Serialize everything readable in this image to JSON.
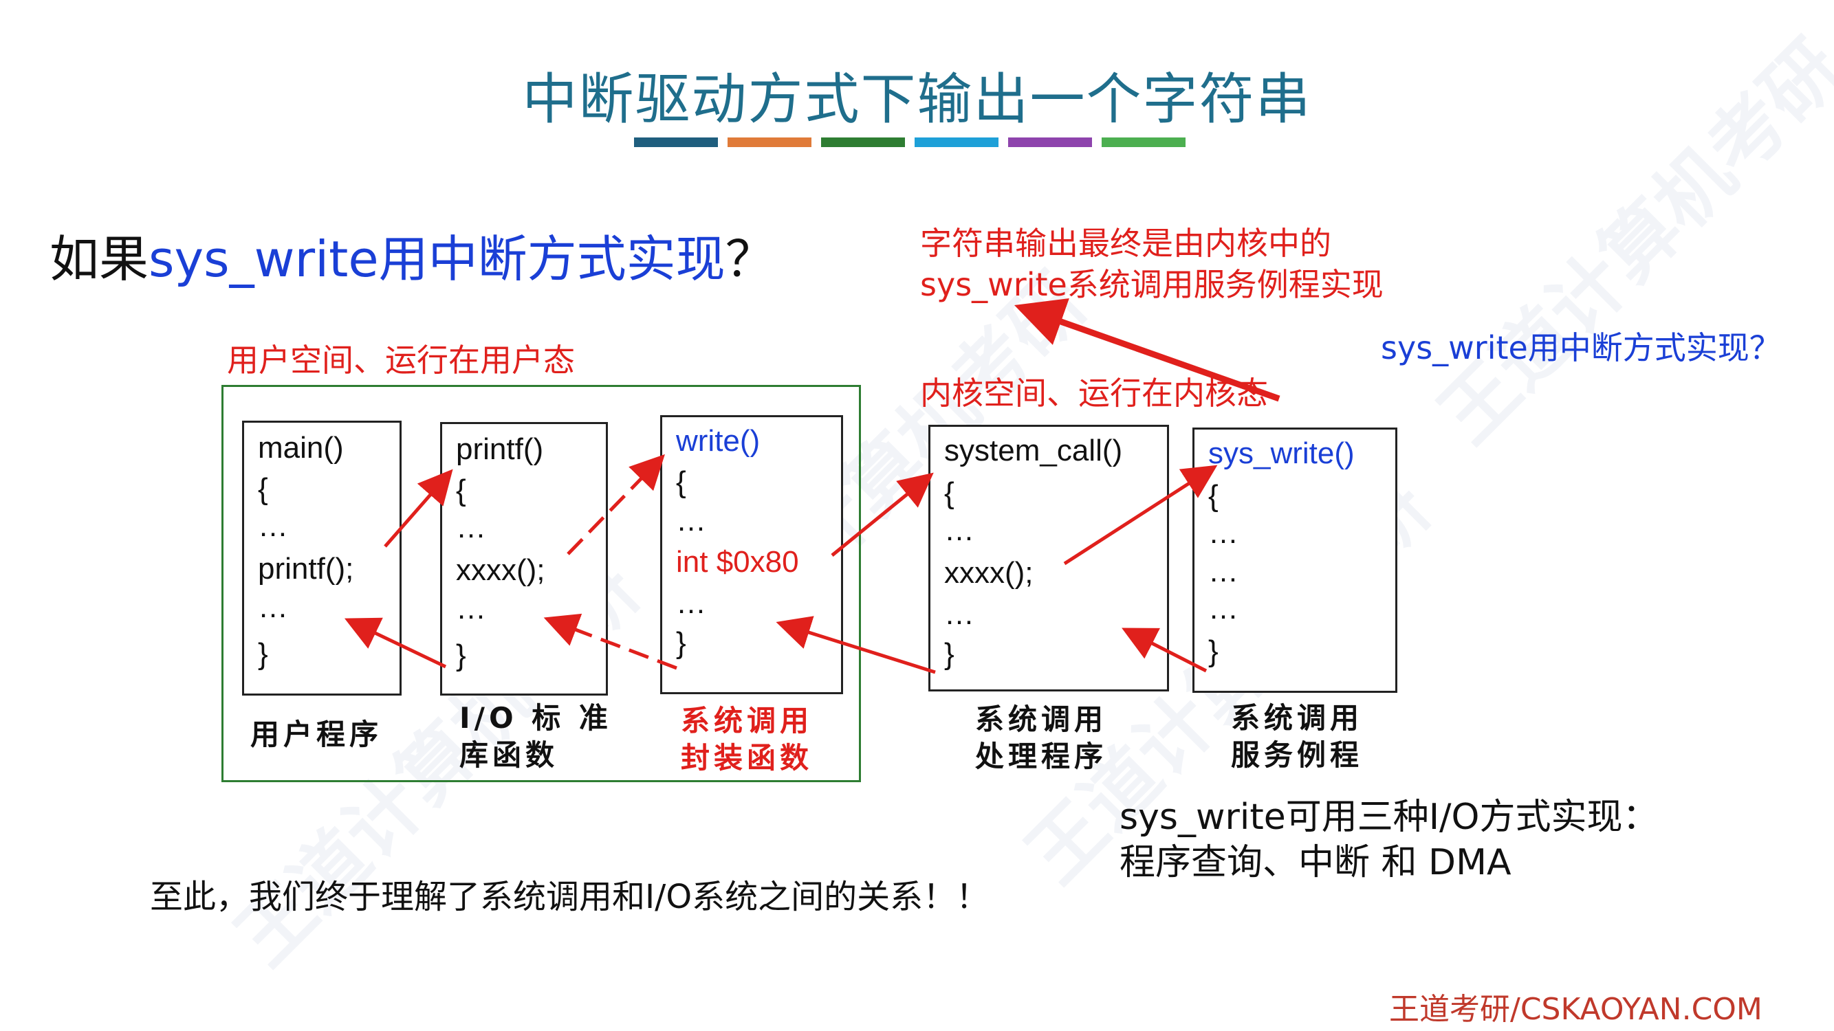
{
  "title": "中断驱动方式下输出一个字符串",
  "title_bar_colors": [
    "#1f5e7e",
    "#e07b39",
    "#2e7d32",
    "#1ea0d8",
    "#8e44ad",
    "#4caf50"
  ],
  "heading": {
    "prefix": "如果",
    "highlight": "sys_write用中断方式实现",
    "suffix": "？"
  },
  "labels": {
    "user_space": "用户空间、运行在用户态",
    "kernel_space": "内核空间、运行在内核态",
    "final_note_line1": "字符串输出最终是由内核中的",
    "final_note_line2": "sys_write系统调用服务例程实现",
    "side_question": "sys_write用中断方式实现？"
  },
  "boxes": [
    {
      "title": "main()",
      "lines": [
        "{",
        "…",
        "printf();",
        "…",
        "}"
      ],
      "caption": [
        "用户程序"
      ]
    },
    {
      "title": "printf()",
      "lines": [
        "{",
        "…",
        "xxxx();",
        "…",
        "}"
      ],
      "caption": [
        "I/O 标 准",
        "库函数"
      ]
    },
    {
      "title": "write()",
      "lines": [
        "{",
        "…",
        "int $0x80",
        "…",
        "}"
      ],
      "caption": [
        "系统调用",
        "封装函数"
      ]
    },
    {
      "title": "system_call()",
      "lines": [
        "{",
        "…",
        "xxxx();",
        "…",
        "}"
      ],
      "caption": [
        "系统调用",
        "处理程序"
      ]
    },
    {
      "title": "sys_write()",
      "lines": [
        "{",
        "…",
        "…",
        "…",
        "}"
      ],
      "caption": [
        "系统调用",
        "服务例程"
      ]
    }
  ],
  "notes": {
    "methods_line1": "sys_write可用三种I/O方式实现：",
    "methods_line2": "程序查询、中断  和  DMA",
    "conclusion": "至此，我们终于理解了系统调用和I/O系统之间的关系！！"
  },
  "footer": "王道考研/CSKAOYAN.COM",
  "watermark": "王道计算机考研"
}
